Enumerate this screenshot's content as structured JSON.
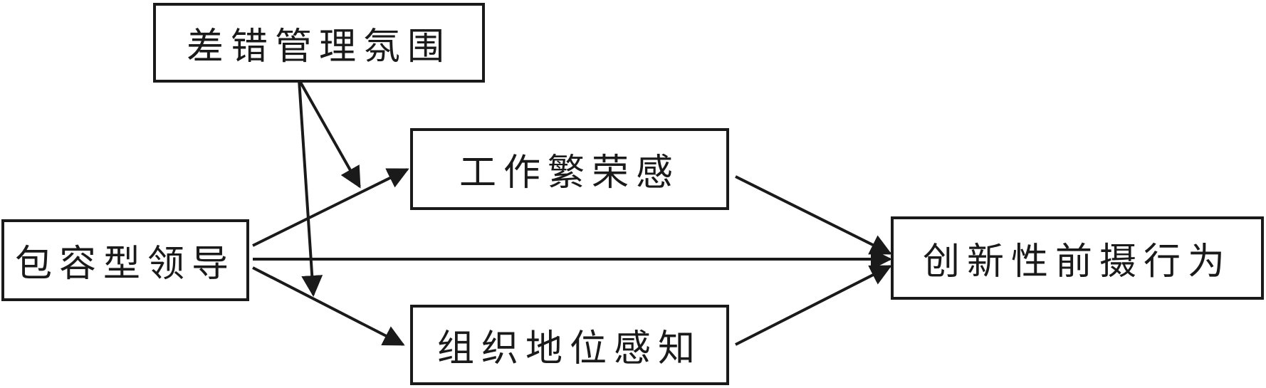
{
  "diagram": {
    "nodes": {
      "moderator": "差错管理氛围",
      "independent": "包容型领导",
      "mediator1": "工作繁荣感",
      "mediator2": "组织地位感知",
      "dependent": "创新性前摄行为"
    },
    "colors": {
      "stroke": "#1a1a1a",
      "background": "#ffffff"
    }
  }
}
